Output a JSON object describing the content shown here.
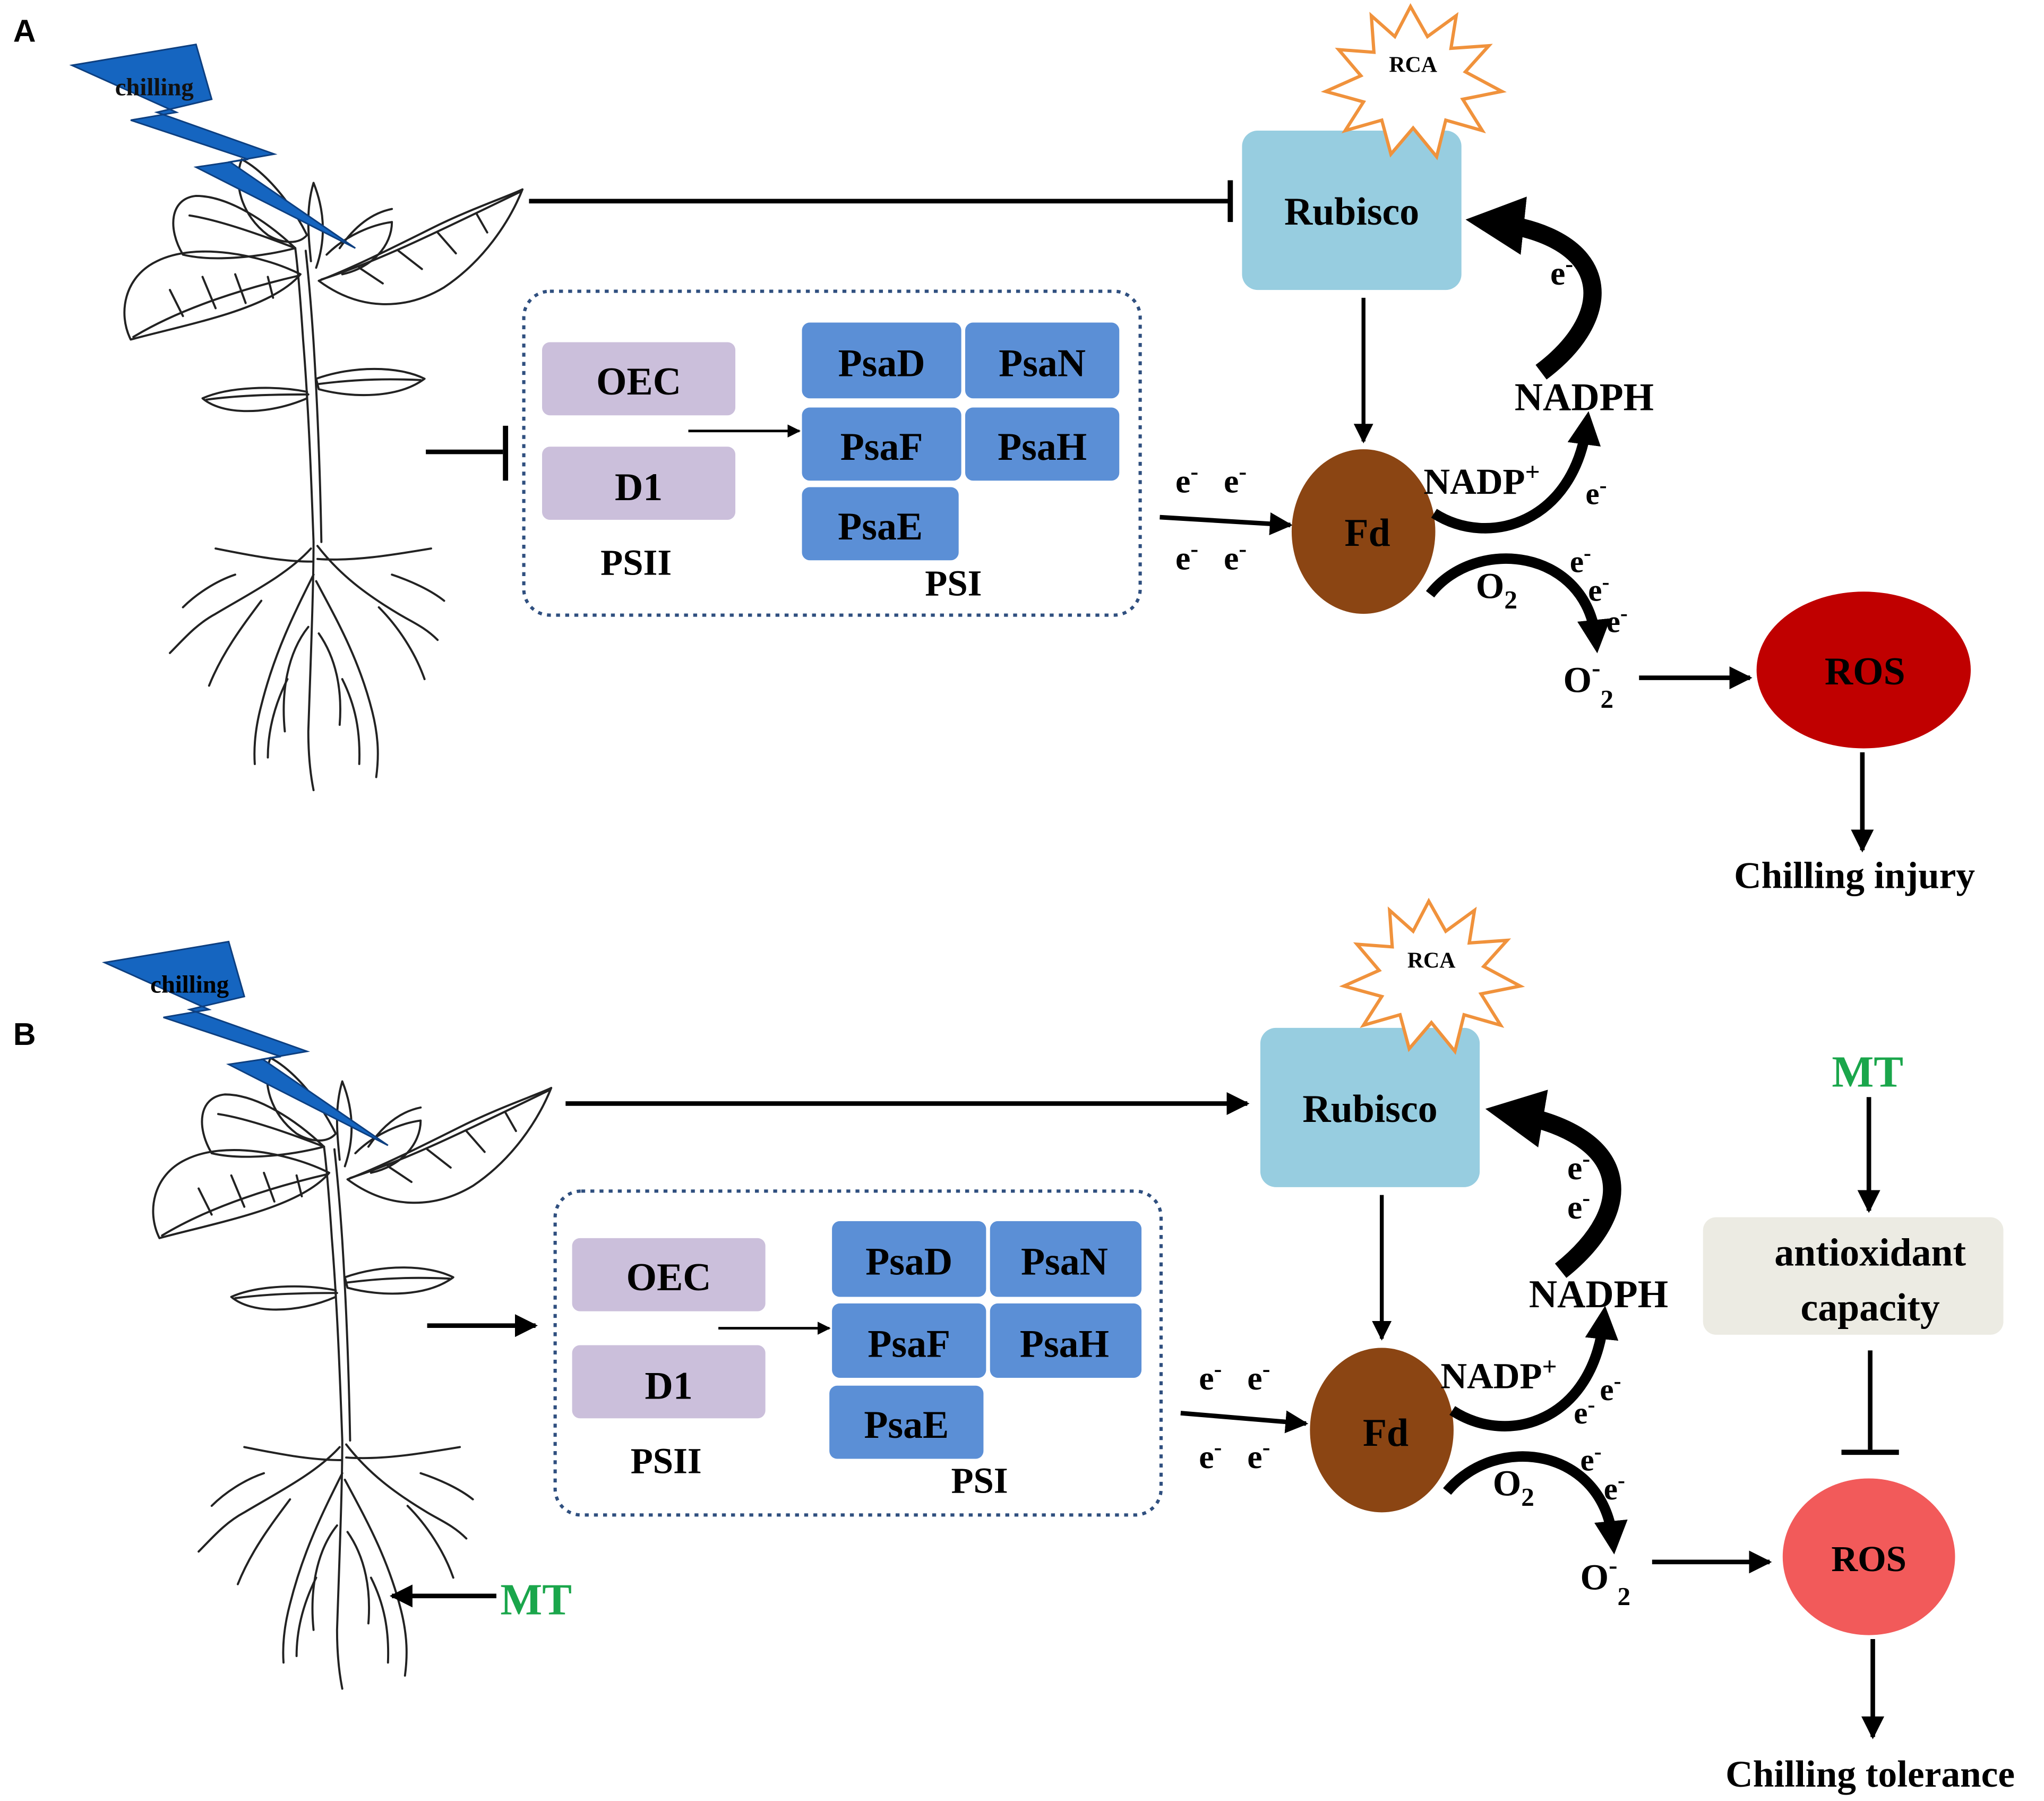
{
  "panels": [
    {
      "id": "A",
      "label": "A",
      "stress": "chilling",
      "rca": "RCA",
      "rubisco": "Rubisco",
      "psii_items": [
        "OEC",
        "D1"
      ],
      "psii_label": "PSII",
      "psi_items": [
        "PsaD",
        "PsaN",
        "PsaF",
        "PsaH",
        "PsaE"
      ],
      "psi_label": "PSI",
      "electron": "e",
      "electron_sup": "-",
      "fd": "Fd",
      "nadph": "NADPH",
      "nadp": "NADP",
      "nadp_sup": "+",
      "o2": "O",
      "o2_sub": "2",
      "superoxide": "O",
      "superoxide_sup": "-",
      "superoxide_sub": "2",
      "ros": "ROS",
      "outcome": "Chilling injury"
    },
    {
      "id": "B",
      "label": "B",
      "stress": "chilling",
      "rca": "RCA",
      "rubisco": "Rubisco",
      "psii_items": [
        "OEC",
        "D1"
      ],
      "psii_label": "PSII",
      "psi_items": [
        "PsaD",
        "PsaN",
        "PsaF",
        "PsaH",
        "PsaE"
      ],
      "psi_label": "PSI",
      "electron": "e",
      "electron_sup": "-",
      "fd": "Fd",
      "nadph": "NADPH",
      "nadp": "NADP",
      "nadp_sup": "+",
      "o2": "O",
      "o2_sub": "2",
      "superoxide": "O",
      "superoxide_sup": "-",
      "superoxide_sub": "2",
      "ros": "ROS",
      "outcome": "Chilling tolerance",
      "mt_root": "MT",
      "mt_top": "MT",
      "antioxidant": [
        "antioxidant",
        "capacity"
      ]
    }
  ],
  "colors": {
    "lightning": "#1565c0",
    "rubisco": "#97cde0",
    "psii": "#cbbfdb",
    "psi": "#5b8fd6",
    "fd": "#8b4513",
    "ros_a": "#c00000",
    "ros_b": "#f25a5a",
    "rca_stroke": "#f0923c",
    "mt_text": "#1aa64b",
    "antioxidant_box": "#ecebe3",
    "dotted_border": "#2f4f7f"
  }
}
